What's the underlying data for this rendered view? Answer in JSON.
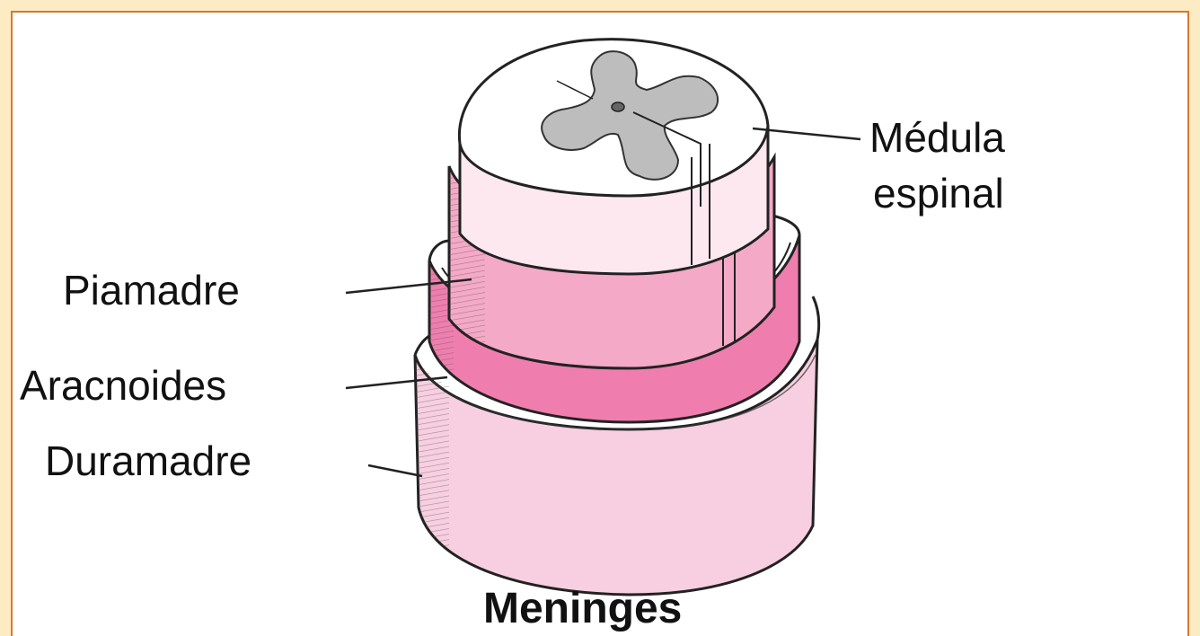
{
  "diagram": {
    "title": "Meninges",
    "labels": {
      "medula_line1": "Médula",
      "medula_line2": "espinal",
      "piamadre": "Piamadre",
      "aracnoides": "Aracnoides",
      "duramadre": "Duramadre"
    },
    "colors": {
      "page_background": "#fdebc4",
      "frame_border": "#d9792e",
      "canvas": "#ffffff",
      "dura_fill": "#f8cfe0",
      "arachnoid_fill": "#ef7eae",
      "pia_fill": "#f4a9c6",
      "cord_fill": "#fde8f0",
      "gray_matter": "#bdbdbd",
      "outline": "#222222"
    }
  }
}
